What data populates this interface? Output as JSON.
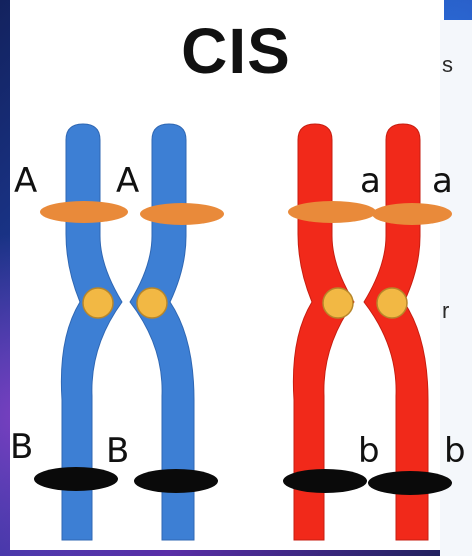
{
  "title": "CIS",
  "colors": {
    "blue": "#3d7fd4",
    "red": "#f1291a",
    "gene_band_top": "#e98a3a",
    "gene_band_bottom": "#0a0a0a",
    "centromere": "#f2b844"
  },
  "left_pair": {
    "top_labels": [
      "A",
      "A"
    ],
    "bottom_labels": [
      "B",
      "B"
    ]
  },
  "right_pair": {
    "top_labels": [
      "a",
      "a"
    ],
    "bottom_labels": [
      "b",
      "b"
    ]
  },
  "edge_fragments": [
    "s",
    "r"
  ]
}
